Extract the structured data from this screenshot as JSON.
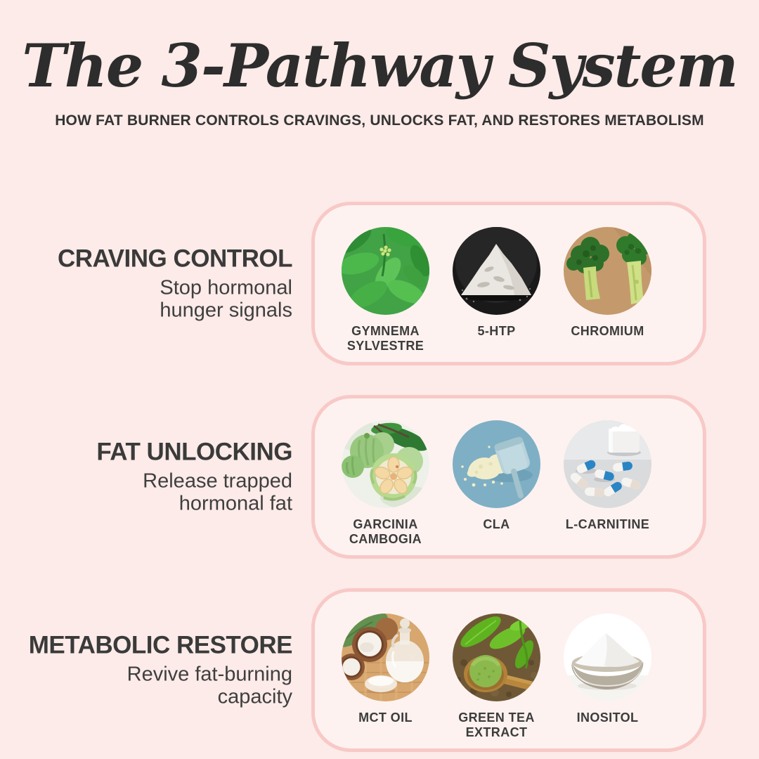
{
  "colors": {
    "page_bg": "#fcebe8",
    "card_bg": "#fdf2f0",
    "card_border": "#f8c9c7",
    "heading_text": "#3a3a3a",
    "body_text": "#3f3f3f",
    "title_text": "#2d2d2d",
    "label_text": "#3c3c3c"
  },
  "header": {
    "title": "The 3-Pathway System",
    "subtitle": "HOW FAT BURNER CONTROLS CRAVINGS, UNLOCKS FAT, AND RESTORES METABOLISM"
  },
  "sections": [
    {
      "heading": "CRAVING CONTROL",
      "description": "Stop hormonal\nhunger signals",
      "ingredients": [
        {
          "label": "GYMNEMA\nSYLVESTRE",
          "image": "gymnema-sylvestre-leaves-photo"
        },
        {
          "label": "5-HTP",
          "image": "white-powder-pile-photo"
        },
        {
          "label": "CHROMIUM",
          "image": "broccoli-photo"
        }
      ]
    },
    {
      "heading": "FAT UNLOCKING",
      "description": "Release trapped\nhormonal fat",
      "ingredients": [
        {
          "label": "GARCINIA\nCAMBOGIA",
          "image": "garcinia-fruit-photo"
        },
        {
          "label": "CLA",
          "image": "powder-scoop-photo"
        },
        {
          "label": "L-CARNITINE",
          "image": "capsules-photo"
        }
      ]
    },
    {
      "heading": "METABOLIC RESTORE",
      "description": "Revive fat-burning\ncapacity",
      "ingredients": [
        {
          "label": "MCT OIL",
          "image": "coconut-oil-photo"
        },
        {
          "label": "GREEN TEA\nEXTRACT",
          "image": "matcha-spoon-photo"
        },
        {
          "label": "INOSITOL",
          "image": "powder-bowl-photo"
        }
      ]
    }
  ]
}
